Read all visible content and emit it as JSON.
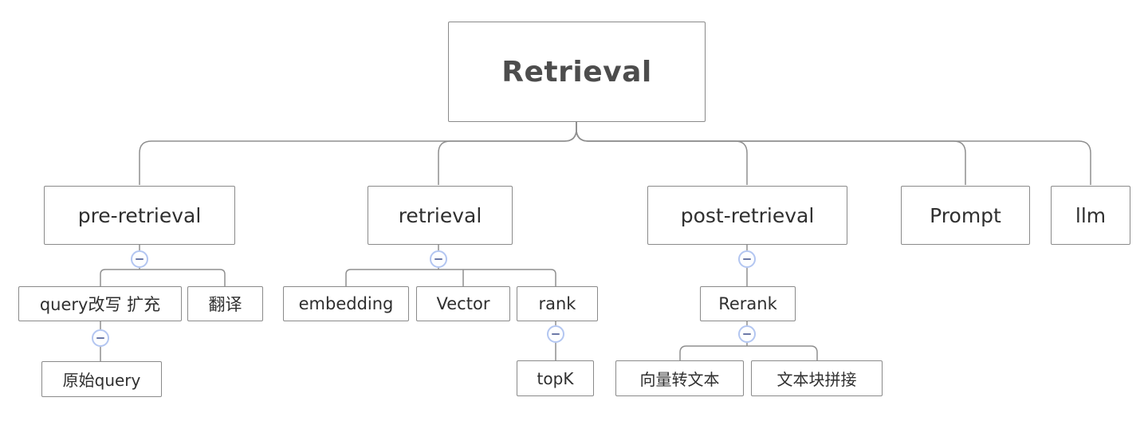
{
  "diagram_type": "mind-map-tree",
  "colors": {
    "background": "#ffffff",
    "node_border": "#8a8a8a",
    "connector": "#8f8f8f",
    "node_text": "#2f2f2f",
    "root_text": "#4d4d4d",
    "collapse_border": "#b3c6f1",
    "collapse_fill": "#fdfeff",
    "collapse_glyph": "#6b79a8"
  },
  "icons": {
    "collapse_name": "minus-circle",
    "collapse_glyph": "−"
  },
  "nodes": {
    "root": "Retrieval",
    "pre_retrieval": "pre-retrieval",
    "retrieval": "retrieval",
    "post_retrieval": "post-retrieval",
    "prompt": "Prompt",
    "llm": "llm",
    "query_rewrite_expand": "query改写 扩充",
    "translate": "翻译",
    "embedding": "embedding",
    "vector": "Vector",
    "rank": "rank",
    "rerank": "Rerank",
    "original_query": "原始query",
    "topk": "topK",
    "vector_to_text": "向量转文本",
    "text_block_concat": "文本块拼接"
  },
  "hierarchy": {
    "Retrieval": {
      "pre-retrieval": {
        "query改写 扩充": [
          "原始query"
        ],
        "翻译": []
      },
      "retrieval": {
        "embedding": [],
        "Vector": [],
        "rank": [
          "topK"
        ]
      },
      "post-retrieval": {
        "Rerank": [
          "向量转文本",
          "文本块拼接"
        ]
      },
      "Prompt": [],
      "llm": []
    }
  }
}
